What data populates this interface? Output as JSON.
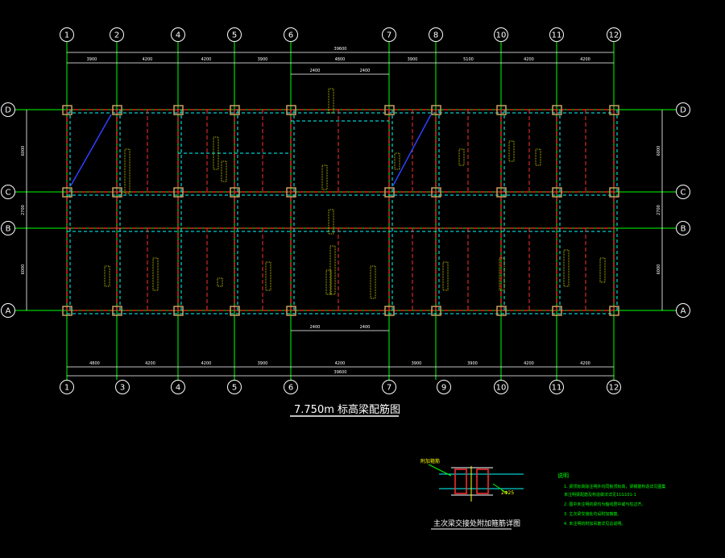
{
  "colors": {
    "background": "#000000",
    "axis": "#ffffff",
    "grid": "#00ff00",
    "beam_main": "#ff3030",
    "beam_dash": "#00ffff",
    "text_beam": "#ffff00",
    "text_dim": "#ffffff",
    "column": "#c8a060",
    "diag": "#3040ff"
  },
  "plan": {
    "title": "7.750m 标高梁配筋图",
    "top_axes": [
      "1",
      "2",
      "4",
      "5",
      "6",
      "7",
      "8",
      "10",
      "11",
      "12"
    ],
    "bottom_axes": [
      "1",
      "3",
      "4",
      "5",
      "6",
      "7",
      "9",
      "10",
      "11",
      "12"
    ],
    "row_axes": [
      "D",
      "C",
      "B",
      "A"
    ],
    "total_dim": "39600",
    "top_dims": [
      "3900",
      "4200",
      "4200",
      "3900",
      "4800",
      "3900",
      "5100",
      "4200",
      "4200"
    ],
    "bottom_dims": [
      "4800",
      "4200",
      "4200",
      "3900",
      "4200",
      "3900",
      "3900",
      "4200",
      "4200"
    ],
    "left_dims": [
      "6000",
      "2700",
      "6000"
    ],
    "right_dims": [
      "6000",
      "2700",
      "6000"
    ],
    "mid_dims_top": [
      "2400",
      "2400"
    ],
    "mid_dims_bottom": [
      "2400",
      "2400"
    ]
  },
  "detail": {
    "title": "主次梁交接处附加箍筋详图",
    "label_left": "附加箍筋",
    "label_right": "2Φ25"
  },
  "notes": {
    "heading": "说明",
    "items": [
      "1. 梁顶标高除注明外均同板顶标高，梁钢筋构造详见图集",
      "   未注明梁配筋及构造做法详见11G101-1",
      "2. 图中未注明的梁均为轴线居中或与柱边齐。",
      "3. 主次梁交接处均设附加箍筋。",
      "4. 未注明的附加吊筋详见总说明。"
    ]
  }
}
